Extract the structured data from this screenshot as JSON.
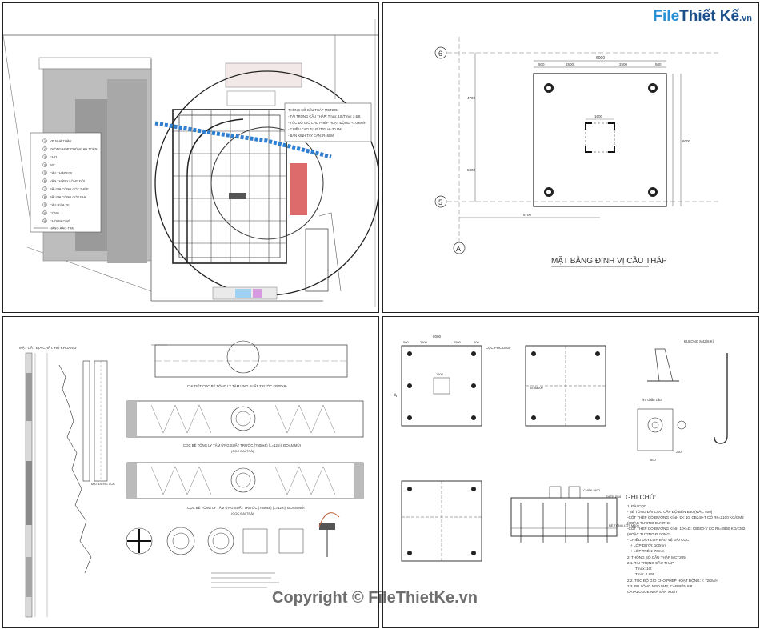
{
  "logo": {
    "brand": "FileThietKe.vn",
    "text_part1": "File",
    "text_part2": "Thiết Kế",
    "suffix": ".vn"
  },
  "watermark": {
    "text": "Copyright © FileThietKe.vn"
  },
  "colors": {
    "logo_blue": "#2a8fd4",
    "logo_dark": "#1a4f8a",
    "pipe_blue": "#2f7fd0",
    "storage_red": "#d23a3a",
    "watermark": "#555555"
  },
  "panel1": {
    "legend": [
      {
        "no": "1",
        "label": "VP. NHÀ THẦU"
      },
      {
        "no": "2",
        "label": "PHÒNG HỌP, PHÒNG AN TOÀN"
      },
      {
        "no": "3",
        "label": "CHỢ"
      },
      {
        "no": "4",
        "label": "WC"
      },
      {
        "no": "5",
        "label": "CẦU THÁP F00"
      },
      {
        "no": "6",
        "label": "VẬN THĂNG LỒNG ĐÔI"
      },
      {
        "no": "7",
        "label": "BÃI GIA CÔNG CỐT THÉP"
      },
      {
        "no": "8",
        "label": "BÃI GIA CÔNG CỐP PHA"
      },
      {
        "no": "9",
        "label": "CẦU RỬA XE"
      },
      {
        "no": "10",
        "label": "CỔNG"
      },
      {
        "no": "11",
        "label": "CHÒI BẢO VỆ"
      },
      {
        "no": "",
        "label": "HÀNG RÀO TẠM"
      }
    ],
    "crane_notes": [
      "THÔNG SỐ CẦU THÁP MCT205:",
      "- TẢI TRỌNG CẦU THÁP: Tmax: 10t/Tmin: 2.69t",
      "- TỐC ĐỘ GIÓ CHO PHÉP HOẠT ĐỘNG: < 72KM/H",
      "- CHIỀU CAO TỰ ĐỨNG: H=30.9M",
      "- BÁN KÍNH TAY CẦN: R=50M"
    ]
  },
  "panel2": {
    "title": "MẶT BẰNG ĐỊNH VỊ CẦU THÁP",
    "axis_6": "6",
    "axis_5": "5",
    "axis_A": "A",
    "dims": {
      "top": "6000",
      "top_seg": [
        "500",
        "2500",
        "2500",
        "500"
      ],
      "inner": "1600",
      "side": "6000",
      "span": "4700",
      "lower": "5000",
      "bottom": "6700"
    }
  },
  "panel3": {
    "left_title": "MẶT CẮT ĐỊA CHẤT: HỐ KHOAN 3",
    "pile_title_1": "CHI TIẾT CỌC BÊ TÔNG LY TÂM ỨNG SUẤT TRƯỚC (?500x9)",
    "pile_title_2": "CỌC BÊ TÔNG LY TÂM ỨNG SUẤT TRƯỚC (?500x9) (L=12m): ĐOẠN MŨI",
    "pile_sub_2": "(CỌC ĐẠI TRÀ)",
    "pile_title_3": "CỌC BÊ TÔNG LY TÂM ỨNG SUẤT TRƯỚC (?500x9) (L=12m): ĐOẠN NỐI",
    "pile_sub_3": "(CỌC ĐẠI TRÀ)",
    "side_label": "MẶT ĐỨNG CỌC"
  },
  "panel4": {
    "label_pile": "CỌC PHC D500",
    "label_A": "A",
    "label_bolt": "BULONG M42(6 K)",
    "label_detail": "Tim chân cầu",
    "label_anchor": "CHÂN NEO",
    "label_steel": "THÉP Ø16",
    "label_conc": "BÊ TÔNG LÓT M100",
    "label_rebar": "Ø16a200",
    "dims": {
      "w": "6000",
      "seg": [
        "500",
        "2500",
        "2500",
        "500"
      ],
      "inner": "1600",
      "bolt_w": "600",
      "bolt_h": "250"
    },
    "notes_title": "GHI CHÚ:",
    "notes": [
      "1. ĐÀI CỌC",
      "- BÊ TÔNG ĐÀI CỌC CẤP ĐỘ BỀN B30 (MÁC 400)",
      "-CỐT THÉP CÓ ĐƯỜNG KÍNH D< 10: CB240-T CÓ Rs=2100 KG/CM2",
      "(HOẶC TƯƠNG ĐƯƠNG)",
      "-CỐT THÉP CÓ ĐƯỜNG KÍNH 10<=D: CB400-V CÓ Rs=3650 KG/CM2",
      "(HOẶC TƯƠNG ĐƯƠNG)",
      "- CHIỀU DÀY LỚP BẢO VỆ ĐÀI CỌC",
      "+ LỚP DƯỚI: 100mm",
      "+ LỚP TRÊN: 70mm",
      "2. THÔNG SỐ CẦU THÁP MCT205",
      "2.1. TẢI TRỌNG CẦU THÁP",
      "Tmax: 10t",
      "Tmin: 2.69t",
      "2.2. TỐC ĐỘ GIÓ CHO PHÉP HOẠT ĐỘNG: < 72KM/H",
      "2.3. BU LÔNG NEO M42, CẤP BỀN 8.8",
      "CATALOGUE NHÀ SẢN XUẤT"
    ]
  }
}
